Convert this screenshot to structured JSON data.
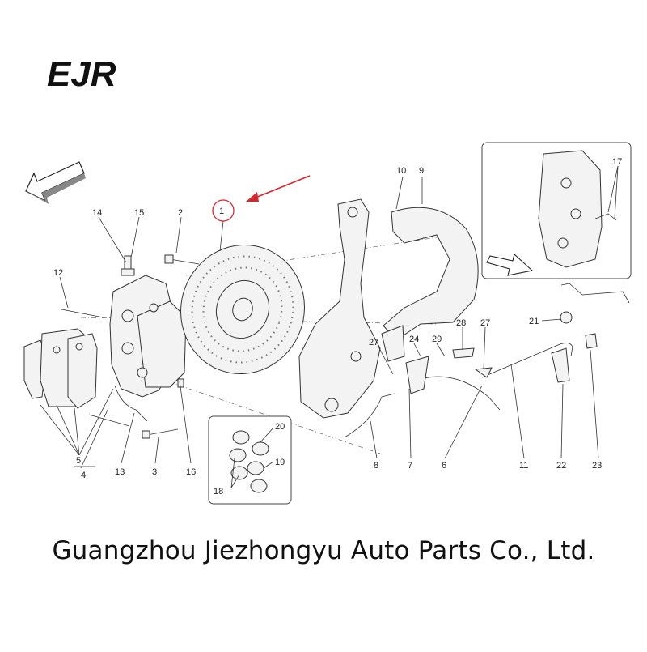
{
  "logo": {
    "text": "EJR"
  },
  "company": "Guangzhou Jiezhongyu Auto Parts Co., Ltd.",
  "colors": {
    "highlight": "#d9262c",
    "line": "#333333"
  },
  "part_numbers": {
    "p1": "1",
    "p2": "2",
    "p3": "3",
    "p4": "4",
    "p5": "5",
    "p6": "6",
    "p7": "7",
    "p8": "8",
    "p9": "9",
    "p10": "10",
    "p11": "11",
    "p12": "12",
    "p13": "13",
    "p14": "14",
    "p15": "15",
    "p16": "16",
    "p17": "17",
    "p18": "18",
    "p19": "19",
    "p20": "20",
    "p21": "21",
    "p22": "22",
    "p23": "23",
    "p24": "24",
    "p27a": "27",
    "p27b": "27",
    "p28": "28",
    "p29": "29"
  },
  "icons": [
    "direction-arrow-icon",
    "highlight-arrow-icon",
    "highlight-circle-icon"
  ]
}
